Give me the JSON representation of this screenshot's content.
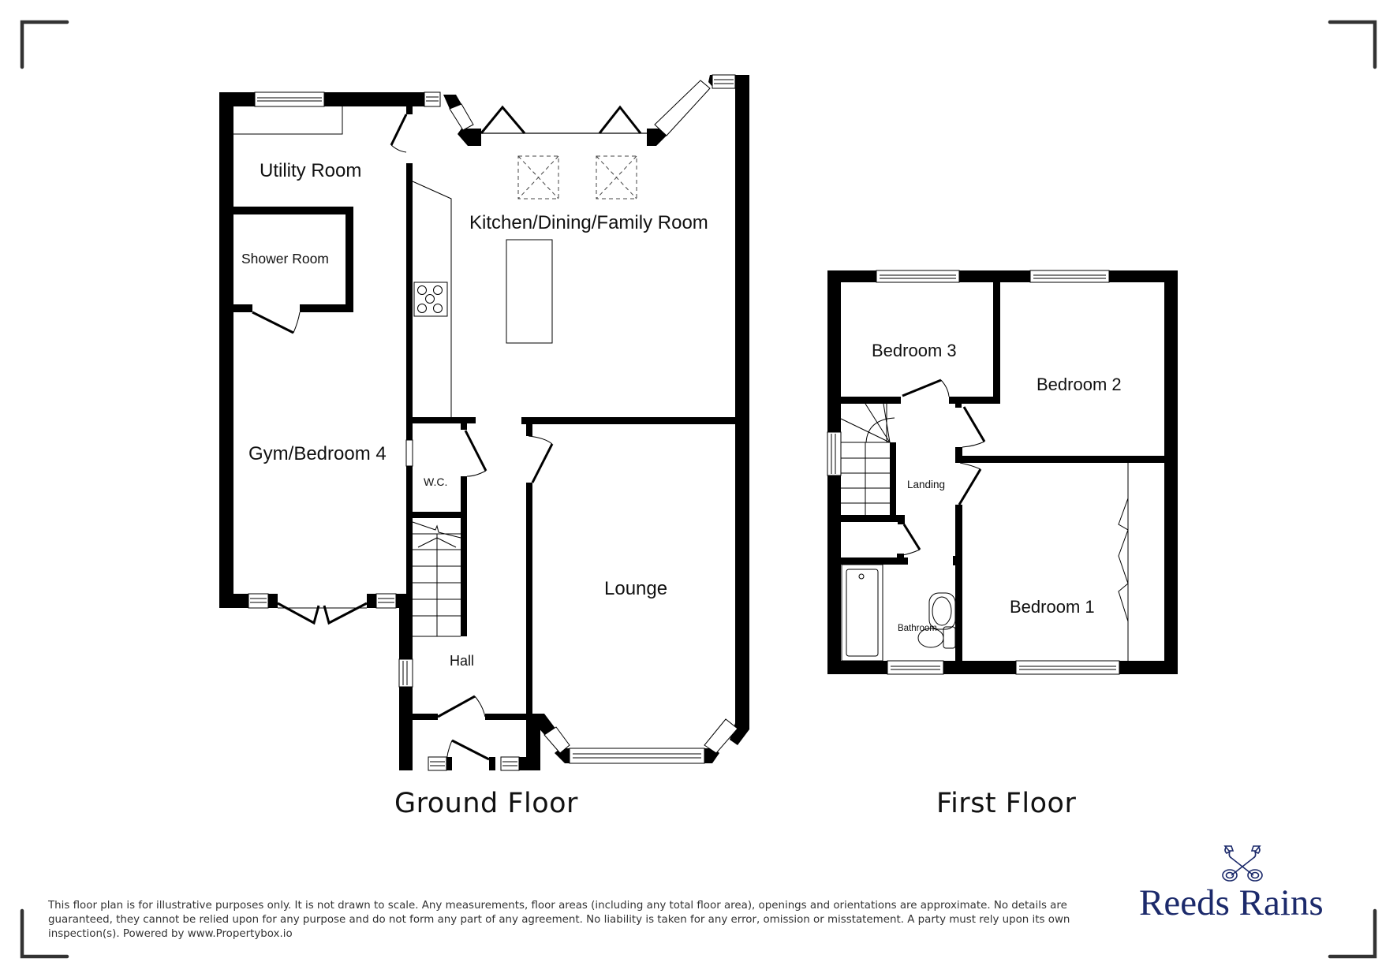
{
  "plan": {
    "ground_floor": {
      "title": "Ground Floor",
      "rooms": {
        "utility": "Utility Room",
        "shower": "Shower Room",
        "kitchen": "Kitchen/Dining/Family Room",
        "gym": "Gym/Bedroom 4",
        "wc": "W.C.",
        "lounge": "Lounge",
        "hall": "Hall"
      }
    },
    "first_floor": {
      "title": "First Floor",
      "rooms": {
        "bedroom3": "Bedroom 3",
        "bedroom2": "Bedroom 2",
        "landing": "Landing",
        "bedroom1": "Bedroom 1",
        "bathroom": "Bathroom"
      }
    }
  },
  "footer": {
    "disclaimer": "This floor plan is for illustrative purposes only. It is not drawn to scale. Any measurements, floor areas (including any total floor area), openings and orientations are approximate. No details are guaranteed, they cannot be relied upon for any purpose and do not form any part of any agreement. No liability is taken for any error, omission or misstatement. A party must rely upon its own inspection(s). Powered by www.Propertybox.io"
  },
  "brand": {
    "name": "Reeds Rains",
    "icon": "crossed-keys-icon",
    "color": "#1c2a6b"
  },
  "colors": {
    "wall": "#000000",
    "corner_marks": "#333333",
    "text": "#111111"
  }
}
